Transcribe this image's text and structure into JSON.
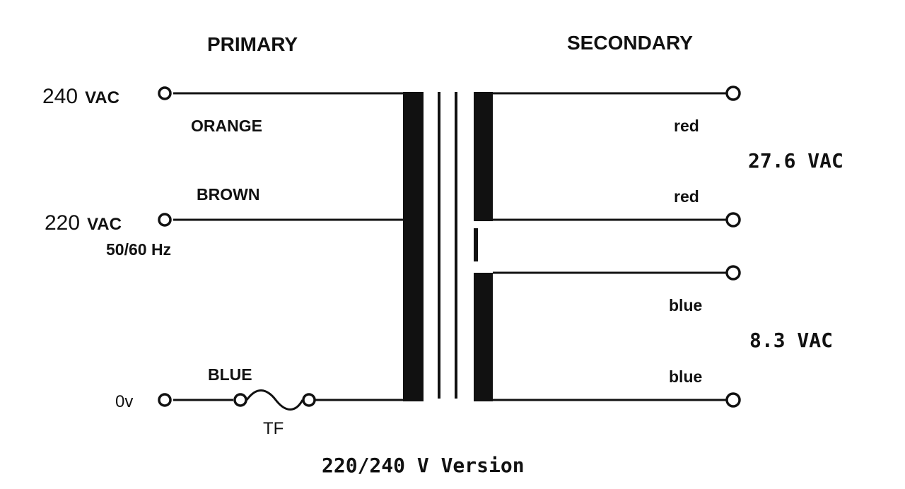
{
  "headings": {
    "primary": "PRIMARY",
    "secondary": "SECONDARY"
  },
  "primary": {
    "tap_240": {
      "value": "240",
      "unit": "VAC"
    },
    "tap_220": {
      "value": "220",
      "unit": "VAC"
    },
    "frequency": "50/60 Hz",
    "tap_0": "0v",
    "wire_orange": "ORANGE",
    "wire_brown": "BROWN",
    "wire_blue": "BLUE",
    "fuse": "TF"
  },
  "secondary": {
    "winding_1": {
      "top_wire": "red",
      "bottom_wire": "red",
      "voltage": "27.6 VAC"
    },
    "winding_2": {
      "top_wire": "blue",
      "bottom_wire": "blue",
      "voltage": "8.3 VAC"
    }
  },
  "caption": "220/240 V Version",
  "colors": {
    "ink": "#111111",
    "background": "#ffffff"
  }
}
